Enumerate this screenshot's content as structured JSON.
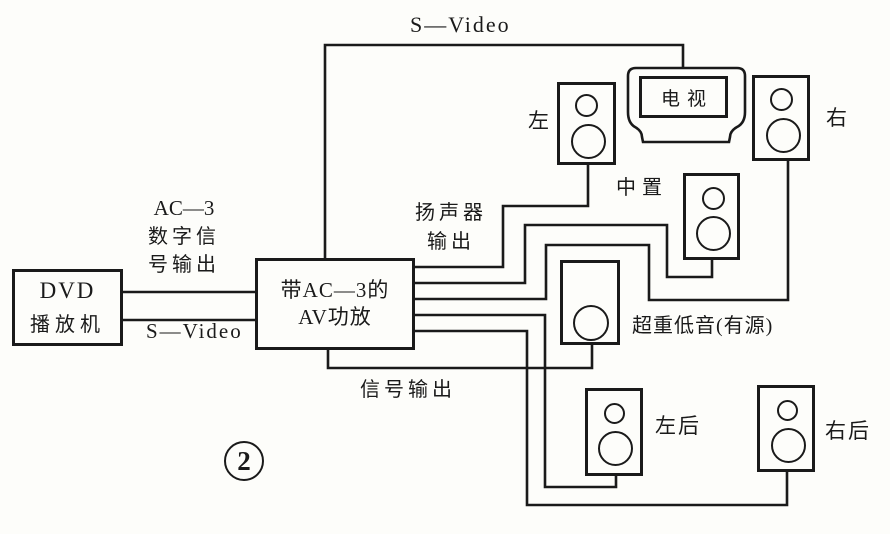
{
  "figure_number": "2",
  "devices": {
    "dvd_player": {
      "line1": "DVD",
      "line2": "播放机"
    },
    "av_amplifier": {
      "line1": "带AC—3的",
      "line2": "AV功放"
    },
    "tv": {
      "label": "电视"
    }
  },
  "speakers": {
    "front_left": {
      "label": "左"
    },
    "front_right": {
      "label": "右"
    },
    "center": {
      "label": "中置"
    },
    "subwoofer": {
      "label": "超重低音(有源)"
    },
    "rear_left": {
      "label": "左后"
    },
    "rear_right": {
      "label": "右后"
    }
  },
  "connections": {
    "s_video_top": "S—Video",
    "ac3_digital_out": {
      "line1": "AC—3",
      "line2": "数字信",
      "line3": "号输出"
    },
    "s_video_bottom": "S—Video",
    "speaker_output": {
      "line1": "扬声器",
      "line2": "输出"
    },
    "signal_output": "信号输出"
  },
  "colors": {
    "ink": "#1a1a1a",
    "paper": "#fdfdfa"
  }
}
